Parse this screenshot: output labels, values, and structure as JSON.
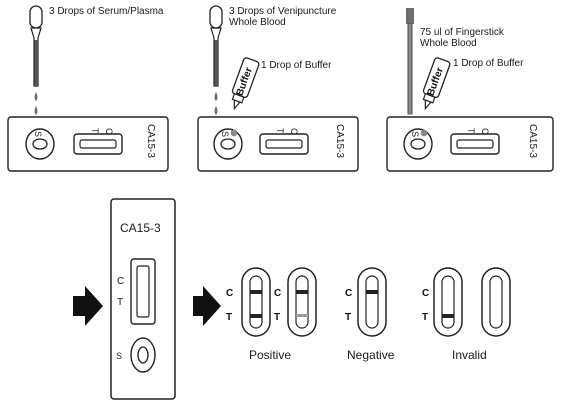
{
  "steps": [
    {
      "instruction": "3 Drops of Serum/Plasma",
      "buffer_text": "",
      "cassette_label": "CA15-3"
    },
    {
      "instruction": "3 Drops of Venipuncture\nWhole Blood",
      "buffer_text": "1 Drop of Buffer",
      "cassette_label": "CA15-3"
    },
    {
      "instruction": "75 ul of Fingerstick\nWhole Blood",
      "buffer_text": "1 Drop of Buffer",
      "cassette_label": "CA15-3"
    }
  ],
  "bottle_label": "Buffer",
  "window_marks": {
    "test": "T",
    "control": "C",
    "sample": "S"
  },
  "big_cassette": {
    "title": "CA15-3",
    "c": "C",
    "t": "T",
    "s": "S"
  },
  "results": {
    "positive": "Positive",
    "negative": "Negative",
    "invalid": "Invalid",
    "line_c": "C",
    "line_t": "T"
  },
  "colors": {
    "line": "#222222",
    "faint_line": "#9a9a9a",
    "arrow": "#111111",
    "drop": "#6e6e6e"
  }
}
